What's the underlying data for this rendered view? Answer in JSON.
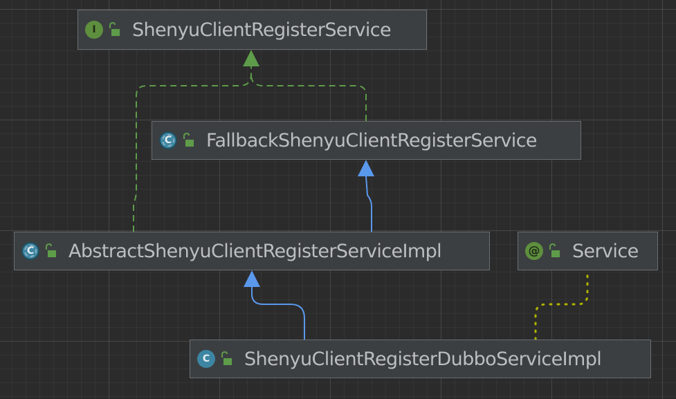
{
  "nodes": {
    "shenyu_client_register_service": {
      "name": "ShenyuClientRegisterService",
      "kind": "interface",
      "badge": "I",
      "visibility_icon": "unlocked-padlock-icon"
    },
    "fallback_shenyu_client_register_service": {
      "name": "FallbackShenyuClientRegisterService",
      "kind": "abstract-class",
      "badge": "C",
      "visibility_icon": "unlocked-padlock-icon"
    },
    "abstract_shenyu_client_register_service_impl": {
      "name": "AbstractShenyuClientRegisterServiceImpl",
      "kind": "abstract-class",
      "badge": "C",
      "visibility_icon": "unlocked-padlock-icon"
    },
    "service": {
      "name": "Service",
      "kind": "annotation",
      "badge": "@",
      "visibility_icon": "unlocked-padlock-icon"
    },
    "shenyu_client_register_dubbo_service_impl": {
      "name": "ShenyuClientRegisterDubboServiceImpl",
      "kind": "class",
      "badge": "C",
      "visibility_icon": "unlocked-padlock-icon"
    }
  },
  "edges": [
    {
      "from": "fallback_shenyu_client_register_service",
      "to": "shenyu_client_register_service",
      "type": "implements",
      "style": "dashed"
    },
    {
      "from": "abstract_shenyu_client_register_service_impl",
      "to": "shenyu_client_register_service",
      "type": "implements",
      "style": "dashed"
    },
    {
      "from": "abstract_shenyu_client_register_service_impl",
      "to": "fallback_shenyu_client_register_service",
      "type": "extends",
      "style": "solid"
    },
    {
      "from": "shenyu_client_register_dubbo_service_impl",
      "to": "abstract_shenyu_client_register_service_impl",
      "type": "extends",
      "style": "solid"
    },
    {
      "from": "shenyu_client_register_dubbo_service_impl",
      "to": "service",
      "type": "annotated-with",
      "style": "dotted"
    }
  ],
  "colors": {
    "background": "#2b2b2b",
    "node_fill": "#3c3f41",
    "node_border": "#6b6e70",
    "label_text": "#bbbec2",
    "implements_edge": "#5e9c4a",
    "extends_edge": "#5a98ec",
    "annotation_edge": "#b0b400",
    "interface_badge": "#5e8f3e",
    "class_badge": "#3d86a3",
    "annotation_badge": "#5e8f3e"
  }
}
